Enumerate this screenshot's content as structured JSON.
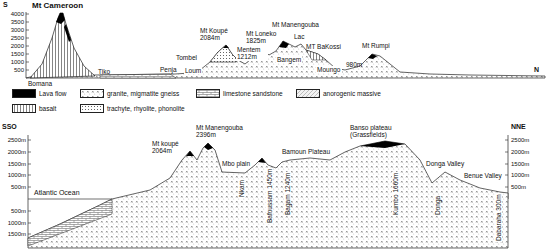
{
  "diagram": {
    "labels": [
      "S",
      "4000",
      "3500",
      "3000",
      "2500",
      "2000",
      "1500",
      "1000",
      "500",
      "Mt Cameroon",
      "Bomana",
      "Tiko",
      "Penja",
      "Loum",
      "Tombel",
      "Mt Koupé 2084m",
      "Mentem 1212m",
      "Mt Loneko 1825m",
      "Mt Manengouba",
      "Lac",
      "Bangem",
      "MT BaKossi",
      "Moungo",
      "980m",
      "Mt Rumpi",
      "N",
      "SSO",
      "2500m",
      "2000m",
      "1500m",
      "1000m",
      "500m",
      "500m",
      "1000m",
      "1500m",
      "NNE",
      "2500m",
      "2000m",
      "1500m",
      "1000m",
      "500m",
      "Atlantic Ocean",
      "Mt Manengouba 2396m",
      "Mt koupé 2064m",
      "Mbo plain",
      "Nkam",
      "Bamoun Plateau",
      "Bafoussam 1450m",
      "Bagam 1240m",
      "Banso plateau (Grassfields)",
      "Kumbo 1660m",
      "Donga Valley",
      "Donga",
      "Benue Valley",
      "Dabaraha 300m"
    ],
    "legend": [
      {
        "text": "Lava flow",
        "color": "#000000"
      },
      {
        "text": "granite, migmatite gneiss"
      },
      {
        "text": "limestone sandstone"
      },
      {
        "text": "anorogenic massive"
      },
      {
        "text": "basalt"
      },
      {
        "text": "trachyte, rhyolite, phonolite"
      }
    ]
  }
}
